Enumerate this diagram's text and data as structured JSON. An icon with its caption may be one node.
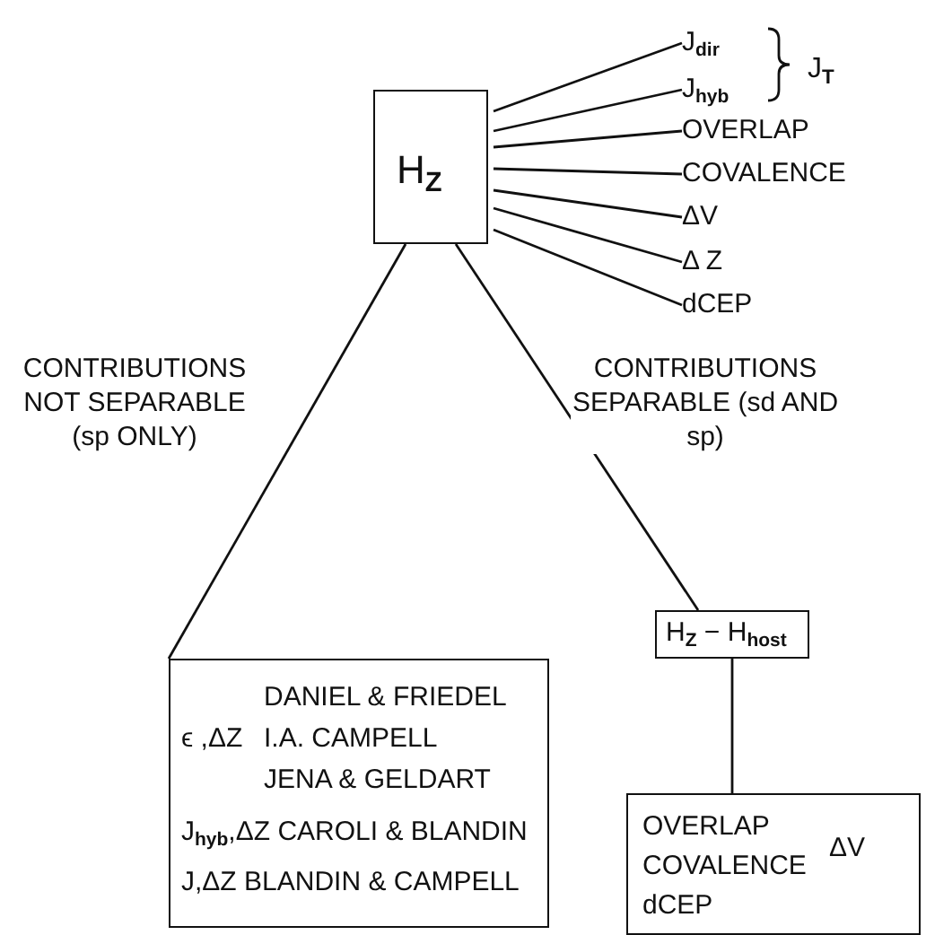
{
  "diagram": {
    "nodes": [
      {
        "text": [
          "H$_{Z}$"
        ]
      },
      {
        "text": [
          "J$_{dir}$"
        ]
      },
      {
        "text": [
          "J$_{hyb}$"
        ]
      },
      {
        "text": [
          "OVERLAP"
        ]
      },
      {
        "text": [
          "COVALENCE"
        ]
      },
      {
        "text": [
          "ΔV"
        ]
      },
      {
        "text": [
          "Δ Z"
        ]
      },
      {
        "text": [
          "dCEP"
        ]
      },
      {
        "text": [
          "ϵ ,ΔZ",
          "DANIEL & FRIEDEL",
          "I.A. CAMPELL",
          "JENA & GELDART",
          "J$_{hyb}$,ΔZ CAROLI & BLANDIN",
          "J,ΔZ BLANDIN & CAMPELL"
        ]
      },
      {
        "text": [
          "H$_{Z}$ − H$_{host}$"
        ]
      },
      {
        "text": [
          "OVERLAP",
          "COVALENCE",
          "ΔV",
          "dCEP"
        ]
      }
    ],
    "edges": [
      {
        "from": 0,
        "to": 1,
        "arrow": "none"
      },
      {
        "from": 0,
        "to": 2,
        "arrow": "none"
      },
      {
        "from": 0,
        "to": 3,
        "arrow": "none"
      },
      {
        "from": 0,
        "to": 4,
        "arrow": "none"
      },
      {
        "from": 0,
        "to": 5,
        "arrow": "none"
      },
      {
        "from": 0,
        "to": 6,
        "arrow": "none"
      },
      {
        "from": 0,
        "to": 7,
        "arrow": "none"
      },
      {
        "from": 0,
        "to": 8,
        "arrow": "none",
        "label": "CONTRIBUTIONS NOT SEPARABLE (sp ONLY)"
      },
      {
        "from": 0,
        "to": 9,
        "arrow": "none",
        "label": "CONTRIBUTIONS SEPARABLE (sd AND sp)"
      },
      {
        "from": 9,
        "to": 10,
        "arrow": "none"
      }
    ],
    "labels": [
      "J$_{T}$"
    ]
  }
}
